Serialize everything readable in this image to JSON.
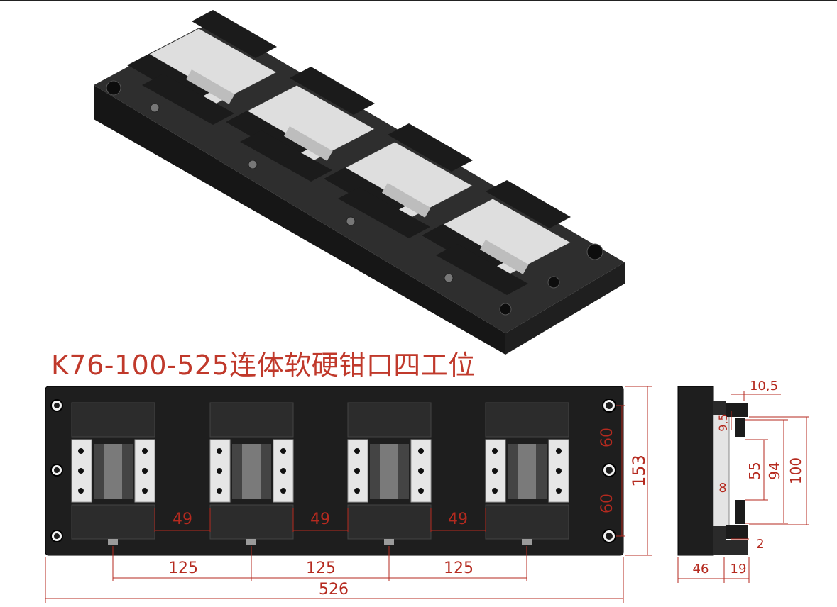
{
  "title": "K76-100-525连体软硬钳口四工位",
  "colors": {
    "dimension": "#b52a1f",
    "body": "#1e1e1e",
    "jaw": "#2a2a2a",
    "plate": "#e8e8e8"
  },
  "dimensions": {
    "gap_1": "49",
    "gap_2": "49",
    "gap_3": "49",
    "pitch_1": "125",
    "pitch_2": "125",
    "pitch_3": "125",
    "total_length": "526",
    "height_total": "153",
    "hole_pitch_1": "60",
    "hole_pitch_2": "60",
    "side_width": "46",
    "side_jaw": "19",
    "side_top": "10,5",
    "side_95": "9,5",
    "side_55": "55",
    "side_94": "94",
    "side_100": "100",
    "side_8": "8",
    "side_2": "2"
  }
}
